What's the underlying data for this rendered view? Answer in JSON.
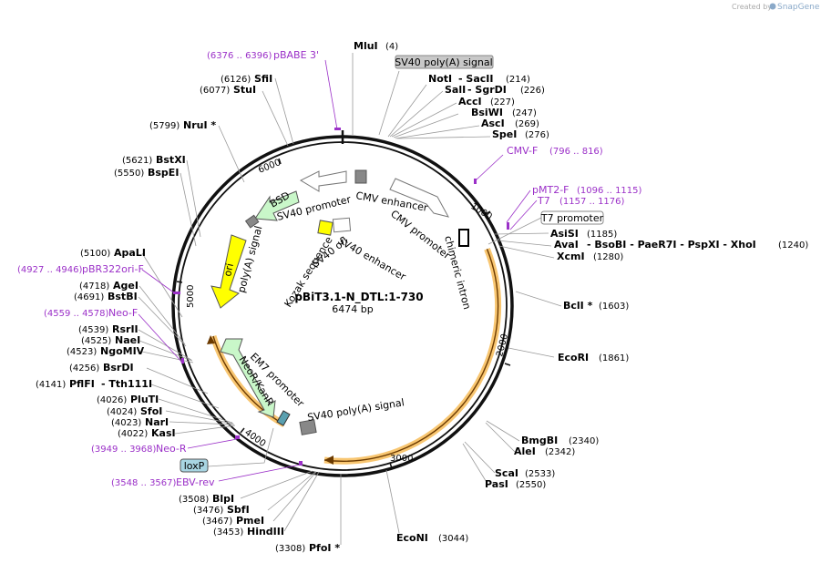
{
  "credit": {
    "prefix": "Created by",
    "brand": "SnapGene"
  },
  "plasmid": {
    "name": "pBiT3.1-N_DTL:1-730",
    "size": "6474 bp"
  },
  "ticks": [
    "1000",
    "2000",
    "3000",
    "4000",
    "5000",
    "6000"
  ],
  "sites": [
    {
      "name": "MluI",
      "pos": "(4)"
    },
    {
      "name": "NotI",
      "sep": "- SacII",
      "pos": "(214)"
    },
    {
      "name": "SalI",
      "sep": "- SgrDI",
      "pos": "(226)"
    },
    {
      "name": "AccI",
      "pos": "(227)"
    },
    {
      "name": "BsiWI",
      "pos": "(247)"
    },
    {
      "name": "AscI",
      "pos": "(269)"
    },
    {
      "name": "SpeI",
      "pos": "(276)"
    },
    {
      "name": "AsiSI",
      "pos": "(1185)"
    },
    {
      "name": "AvaI",
      "sep": "- BsoBI - PaeR7I - PspXI - XhoI",
      "pos": "(1240)"
    },
    {
      "name": "XcmI",
      "pos": "(1280)"
    },
    {
      "name": "BclI *",
      "pos": "(1603)"
    },
    {
      "name": "EcoRI",
      "pos": "(1861)"
    },
    {
      "name": "BmgBI",
      "pos": "(2340)"
    },
    {
      "name": "AleI",
      "pos": "(2342)"
    },
    {
      "name": "ScaI",
      "pos": "(2533)"
    },
    {
      "name": "PasI",
      "pos": "(2550)"
    },
    {
      "name": "EcoNI",
      "pos": "(3044)"
    },
    {
      "name": "PfoI *",
      "pos": "(3308)"
    },
    {
      "name": "HindIII",
      "pos": "(3453)"
    },
    {
      "name": "PmeI",
      "pos": "(3467)"
    },
    {
      "name": "SbfI",
      "pos": "(3476)"
    },
    {
      "name": "BlpI",
      "pos": "(3508)"
    },
    {
      "name": "KasI",
      "pos": "(4022)"
    },
    {
      "name": "NarI",
      "pos": "(4023)"
    },
    {
      "name": "SfoI",
      "pos": "(4024)"
    },
    {
      "name": "PluTI",
      "pos": "(4026)"
    },
    {
      "name": "PflFI",
      "sep": "- Tth111I",
      "pos": "(4141)"
    },
    {
      "name": "BsrDI",
      "pos": "(4256)"
    },
    {
      "name": "NgoMIV",
      "pos": "(4523)"
    },
    {
      "name": "NaeI",
      "pos": "(4525)"
    },
    {
      "name": "RsrII",
      "pos": "(4539)"
    },
    {
      "name": "BstBI",
      "pos": "(4691)"
    },
    {
      "name": "AgeI",
      "pos": "(4718)"
    },
    {
      "name": "ApaLI",
      "pos": "(5100)"
    },
    {
      "name": "BspEI",
      "pos": "(5550)"
    },
    {
      "name": "BstXI",
      "pos": "(5621)"
    },
    {
      "name": "NruI *",
      "pos": "(5799)"
    },
    {
      "name": "StuI",
      "pos": "(6077)"
    },
    {
      "name": "SfiI",
      "pos": "(6126)"
    }
  ],
  "primers": [
    {
      "name": "pBABE 3'",
      "pos": "(6376 .. 6396)"
    },
    {
      "name": "CMV-F",
      "pos": "(796 .. 816)"
    },
    {
      "name": "pMT2-F",
      "pos": "(1096 .. 1115)"
    },
    {
      "name": "T7",
      "pos": "(1157 .. 1176)"
    },
    {
      "name": "pBR322ori-F",
      "pos": "(4927 .. 4946)"
    },
    {
      "name": "Neo-F",
      "pos": "(4559 .. 4578)"
    },
    {
      "name": "Neo-R",
      "pos": "(3949 .. 3968)"
    },
    {
      "name": "EBV-rev",
      "pos": "(3548 .. 3567)"
    }
  ],
  "boxed": {
    "sv40polya_top": "SV40 poly(A) signal",
    "t7promoter": "T7 promoter",
    "loxp": "loxP"
  },
  "features": {
    "cmv_enhancer": "CMV enhancer",
    "cmv_promoter": "CMV promoter",
    "chimeric_intron": "chimeric intron",
    "sv40_promoter": "SV40 promoter",
    "bsd": "BSD",
    "sv40_polya_left": "poly(A) signal",
    "ori": "ori",
    "sv40_enhancer": "SV40 enhancer",
    "sv40_ori": "SV40 ori",
    "kozak": "Kozak sequence",
    "em7": "EM7 promoter",
    "neor": "NeoR/KanR",
    "sv40_polya_bottom": "SV40 poly(A) signal"
  },
  "colors": {
    "backbone": "#111111",
    "insert": "#f5b342",
    "ori": "#ffff00",
    "resistance": "#c9f7c9",
    "primer": "#9b30c8",
    "loxp": "#a8d5e2"
  }
}
